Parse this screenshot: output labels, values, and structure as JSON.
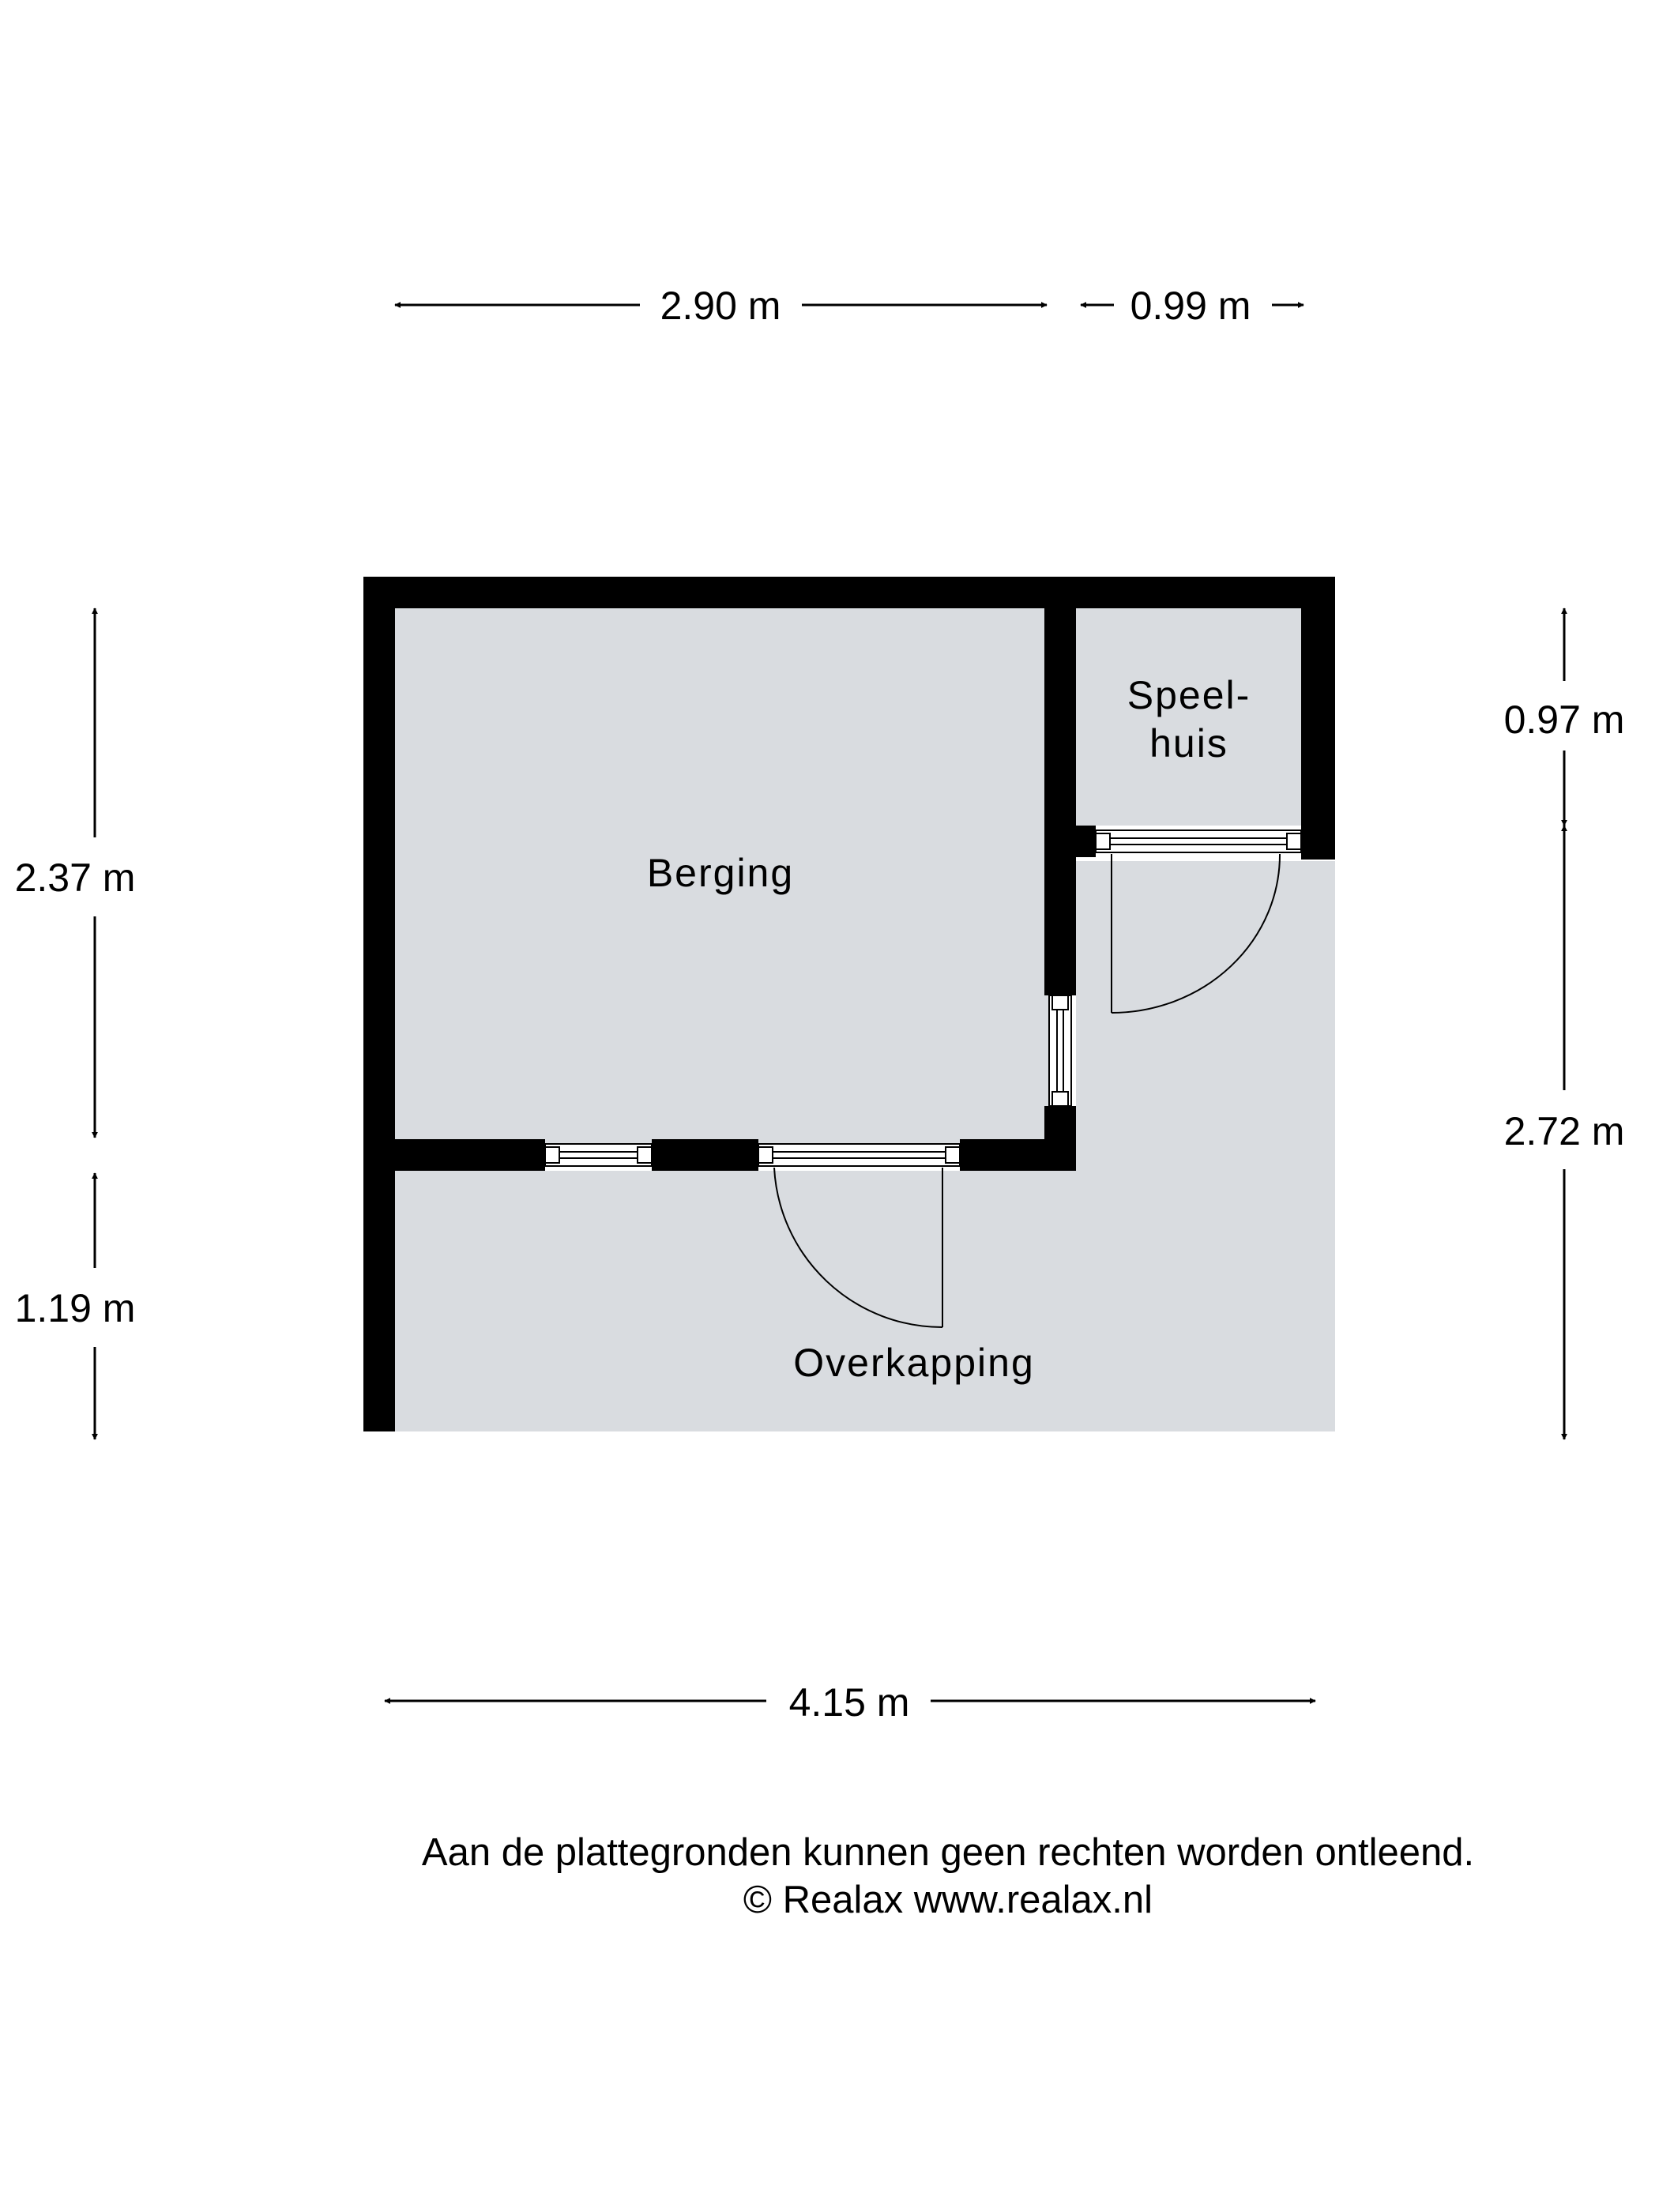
{
  "dimensions": {
    "top_left": "2.90 m",
    "top_right": "0.99 m",
    "left_upper": "2.37 m",
    "left_lower": "1.19 m",
    "right_upper": "0.97 m",
    "right_lower": "2.72 m",
    "bottom": "4.15 m"
  },
  "rooms": {
    "berging": "Berging",
    "speelhuis_line1": "Speel-",
    "speelhuis_line2": "huis",
    "overkapping": "Overkapping"
  },
  "footer": {
    "disclaimer": "Aan de plattegronden kunnen geen rechten worden ontleend.",
    "copyright": "© Realax www.realax.nl"
  },
  "colors": {
    "wall": "#000000",
    "floor": "#d9dce0",
    "background": "#ffffff"
  }
}
